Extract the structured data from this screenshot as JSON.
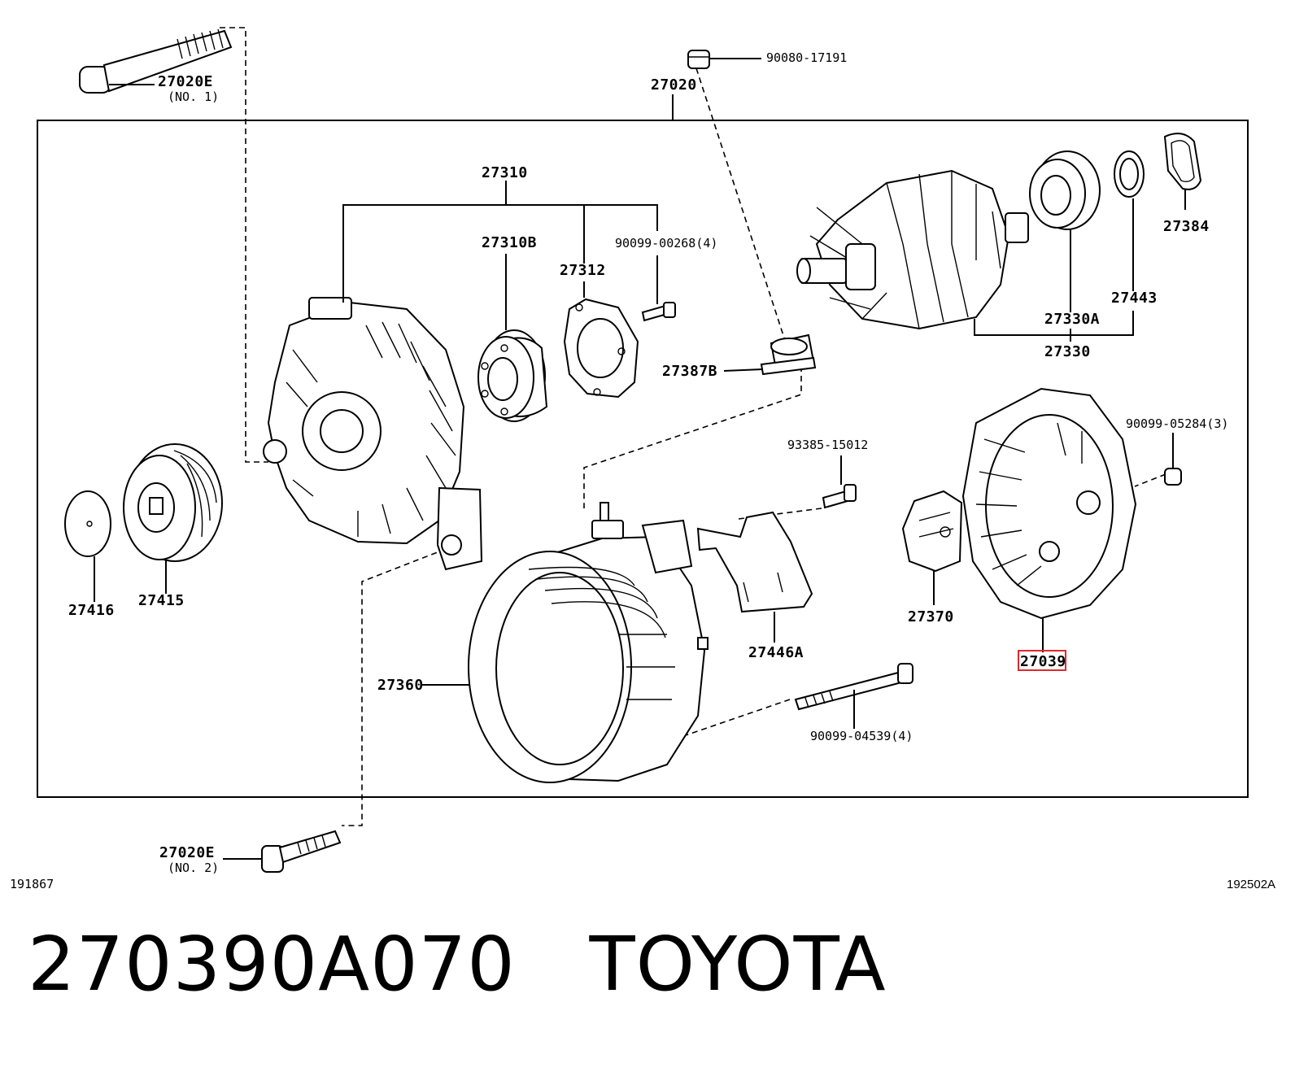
{
  "callouts": {
    "c27020e_1": "27020E",
    "c27020e_1_note": "(NO. 1)",
    "c27020": "27020",
    "c90080": "90080-17191",
    "c27310": "27310",
    "c27310b": "27310B",
    "c27312": "27312",
    "c90099_00268": "90099-00268(4)",
    "c27387b": "27387B",
    "c27384": "27384",
    "c27443": "27443",
    "c27330a": "27330A",
    "c27330": "27330",
    "c90099_05284": "90099-05284(3)",
    "c93385": "93385-15012",
    "c27370": "27370",
    "c27039": "27039",
    "c27446a": "27446A",
    "c27416": "27416",
    "c27415": "27415",
    "c27360": "27360",
    "c90099_04539": "90099-04539(4)",
    "c27020e_2": "27020E",
    "c27020e_2_note": "(NO. 2)"
  },
  "codes": {
    "left": "191867",
    "right": "192502A"
  },
  "caption": {
    "part_number": "270390A070",
    "brand": "TOYOTA"
  },
  "colors": {
    "highlight": "#e0282e",
    "ink": "#000000"
  }
}
